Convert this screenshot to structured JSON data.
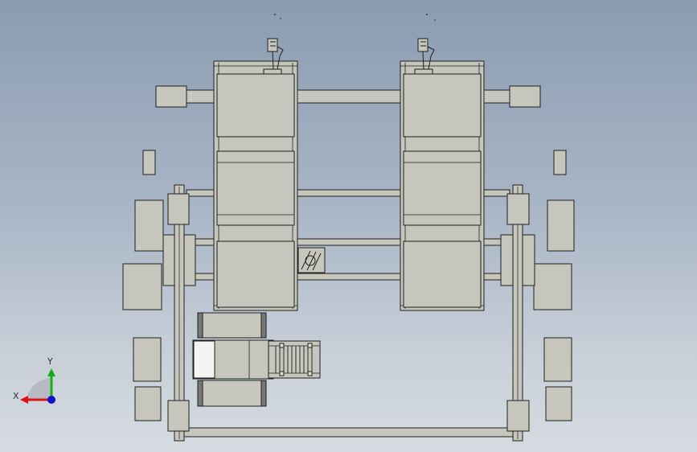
{
  "view": {
    "background_top": "#8b9cb1",
    "background_bottom": "#d6dbe1",
    "part_fill": "#c6c6bc",
    "part_edge": "#202020",
    "highlight_fill": "#f4f4f2"
  },
  "triad": {
    "x_label": "X",
    "y_label": "Y",
    "x_color": "#e01010",
    "y_color": "#10b010",
    "z_color": "#1010d0"
  },
  "scene": {
    "top_robot_count": 2,
    "station_columns": 2,
    "panels_per_column": 3
  }
}
